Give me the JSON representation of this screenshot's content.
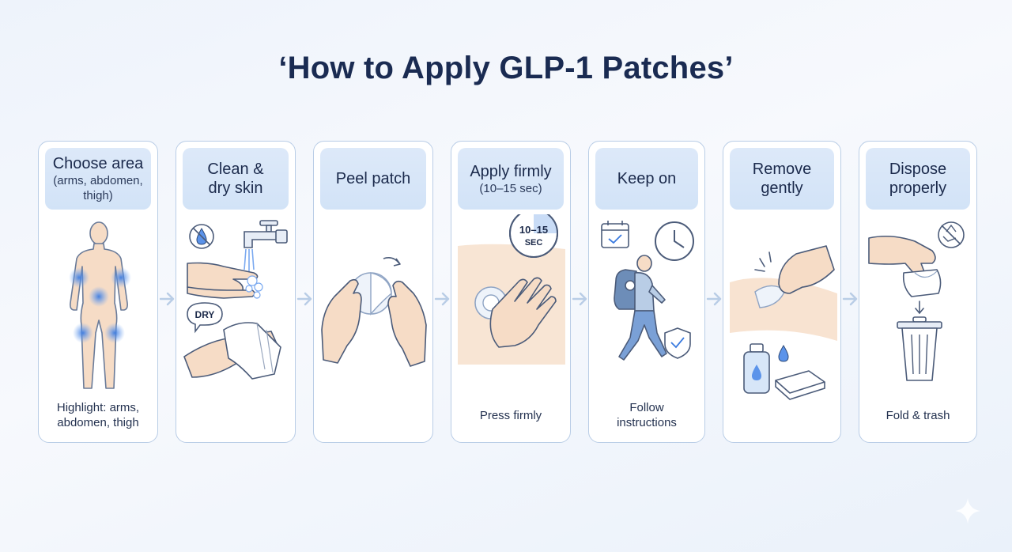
{
  "title": "‘How to Apply GLP-1 Patches’",
  "steps": [
    {
      "title": "Choose area",
      "subtitle": "(arms, abdomen, thigh)",
      "caption": "Highlight: arms, abdomen, thigh"
    },
    {
      "title": "Clean & dry skin",
      "subtitle": "",
      "caption": "",
      "badge": "DRY"
    },
    {
      "title": "Peel patch",
      "subtitle": "",
      "caption": ""
    },
    {
      "title": "Apply firmly",
      "subtitle": "(10–15 sec)",
      "caption": "Press firmly",
      "timer_line1": "10–15",
      "timer_line2": "SEC"
    },
    {
      "title": "Keep on",
      "subtitle": "",
      "caption": "Follow instructions"
    },
    {
      "title": "Remove gently",
      "subtitle": "",
      "caption": ""
    },
    {
      "title": "Dispose properly",
      "subtitle": "",
      "caption": "Fold & trash"
    }
  ],
  "colors": {
    "accent": "#3b7be0",
    "card_border": "#b9cde6",
    "header_bg": "#d7e6f8",
    "skin": "#f6dcc6",
    "title": "#1a2b52"
  },
  "icons": [
    "body-outline-icon",
    "no-water-icon",
    "faucet-icon",
    "hands-washing-icon",
    "towel-icon",
    "patch-peel-icon",
    "stopwatch-icon",
    "calendar-icon",
    "clock-icon",
    "walking-person-icon",
    "shield-check-icon",
    "hand-removing-patch-icon",
    "oil-bottle-icon",
    "no-recycle-icon",
    "trash-can-icon"
  ]
}
